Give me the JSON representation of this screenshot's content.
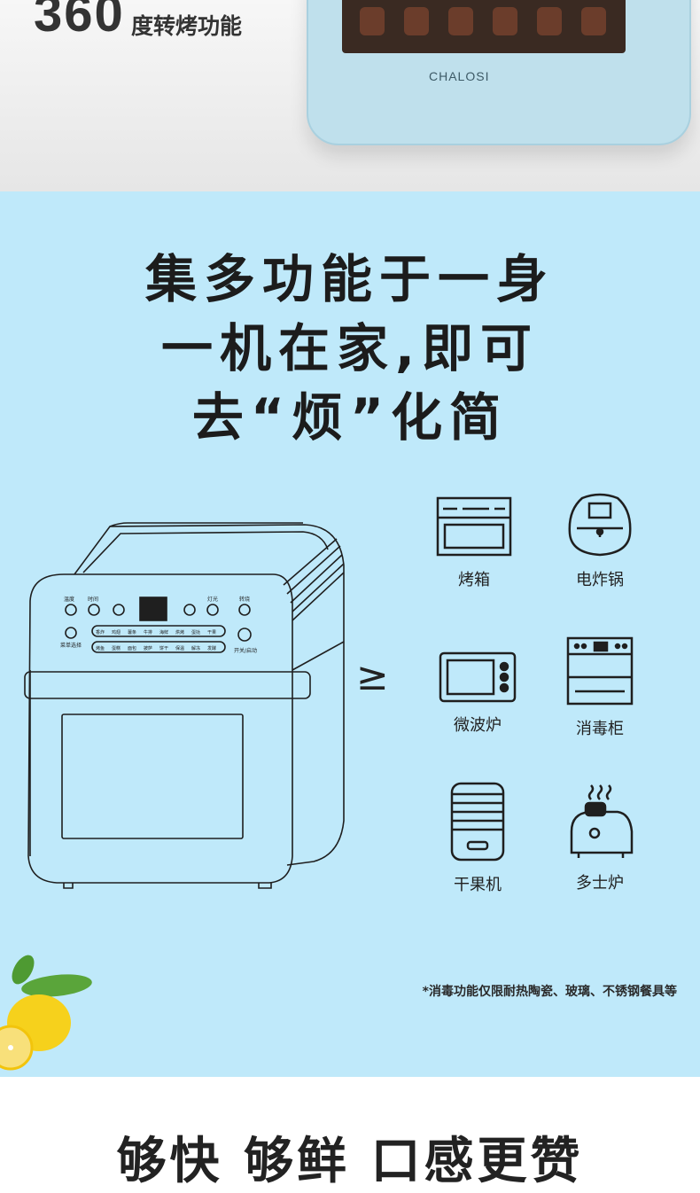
{
  "top": {
    "number": "360",
    "caption": "度转烤功能",
    "brand": "CHALOSI"
  },
  "headline": {
    "line1": "集多功能于一身",
    "line2": "一机在家,即可",
    "line3": "去“烦”化简"
  },
  "panel": {
    "labels_top": [
      "温度",
      "时间",
      "灯光",
      "转烧"
    ],
    "menu": "菜单选择",
    "power": "开关/启动",
    "presets_row1": [
      "香炸",
      "鸡翅",
      "薯条",
      "牛排",
      "海鲜",
      "烘烤",
      "蛋挞",
      "干果"
    ],
    "presets_row2": [
      "烤鱼",
      "蛋糕",
      "面包",
      "披萨",
      "饼干",
      "保温",
      "解冻",
      "发酵"
    ]
  },
  "compare_symbol": "≥",
  "appliances": [
    {
      "name": "烤箱",
      "icon": "oven-icon"
    },
    {
      "name": "电炸锅",
      "icon": "air-fryer-icon"
    },
    {
      "name": "微波炉",
      "icon": "microwave-icon"
    },
    {
      "name": "消毒柜",
      "icon": "sterilizer-icon"
    },
    {
      "name": "干果机",
      "icon": "dehydrator-icon"
    },
    {
      "name": "多士炉",
      "icon": "toaster-icon"
    }
  ],
  "note": "*消毒功能仅限耐热陶瓷、玻璃、不锈钢餐具等",
  "bottom_title": "够快 够鲜 口感更赞",
  "colors": {
    "accent_blue": "#bfe9fa",
    "oven_blue": "#bfe0ec",
    "line": "#1f1f1f"
  }
}
